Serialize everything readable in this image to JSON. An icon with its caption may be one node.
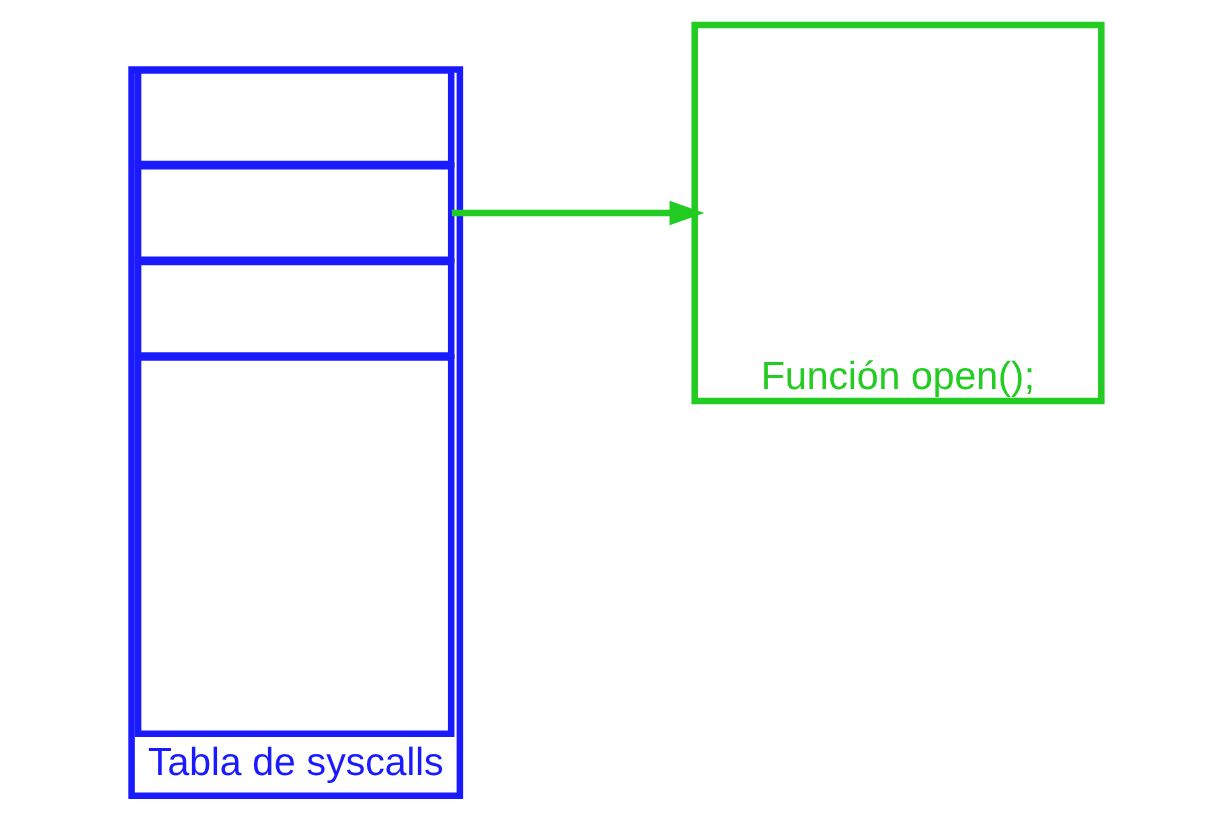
{
  "diagram": {
    "nodes": [
      {
        "text": [
          "Tabla de syscalls"
        ]
      },
      {
        "text": [],
        "shape": "box",
        "in": 0
      },
      {
        "text": [],
        "shape": "box",
        "in": 0
      },
      {
        "text": [],
        "shape": "box",
        "in": 0
      },
      {
        "text": [],
        "shape": "box",
        "in": 0
      },
      {
        "text": [
          "Función open();"
        ]
      }
    ],
    "edges": [
      {
        "from": 2,
        "to": 5,
        "arrow": "to"
      }
    ]
  }
}
